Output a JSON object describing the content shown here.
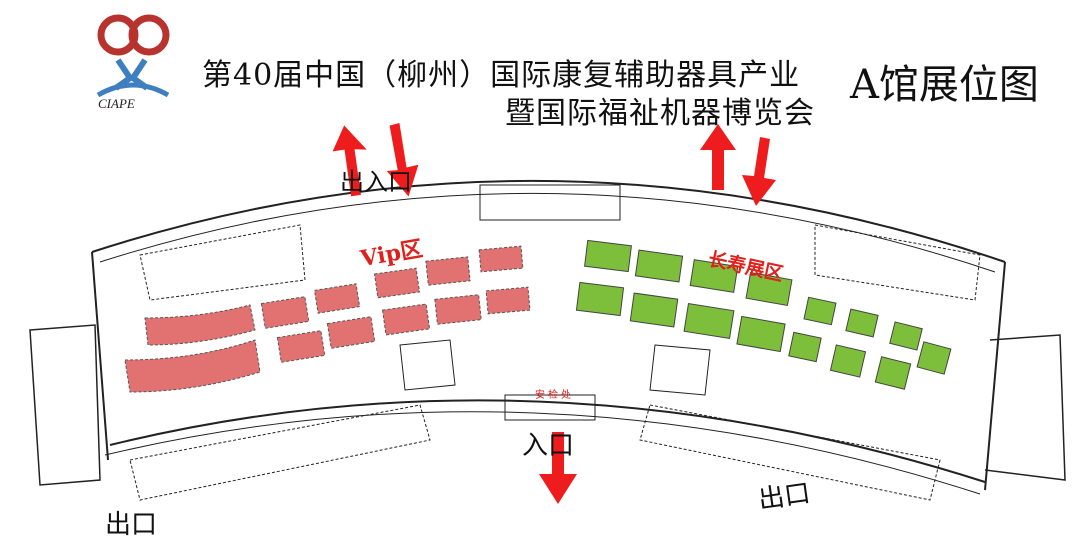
{
  "header": {
    "logo_text": "CIAPE",
    "title_line1": "第40届中国（柳州）国际康复辅助器具产业",
    "title_line2": "暨国际福祉机器博览会",
    "hall_title": "A馆展位图"
  },
  "map": {
    "zones": [
      {
        "name": "Vip区",
        "color": "#e27272",
        "booth_count": 12
      },
      {
        "name": "长寿展区",
        "color": "#7dbf3a",
        "booth_count": 15
      }
    ],
    "labels": {
      "entrance_exit_top": "出入口",
      "entrance_bottom": "入口",
      "exit_left": "出口",
      "exit_right": "出口",
      "security": "安检处"
    },
    "arrow_color": "#ee1c1c"
  }
}
